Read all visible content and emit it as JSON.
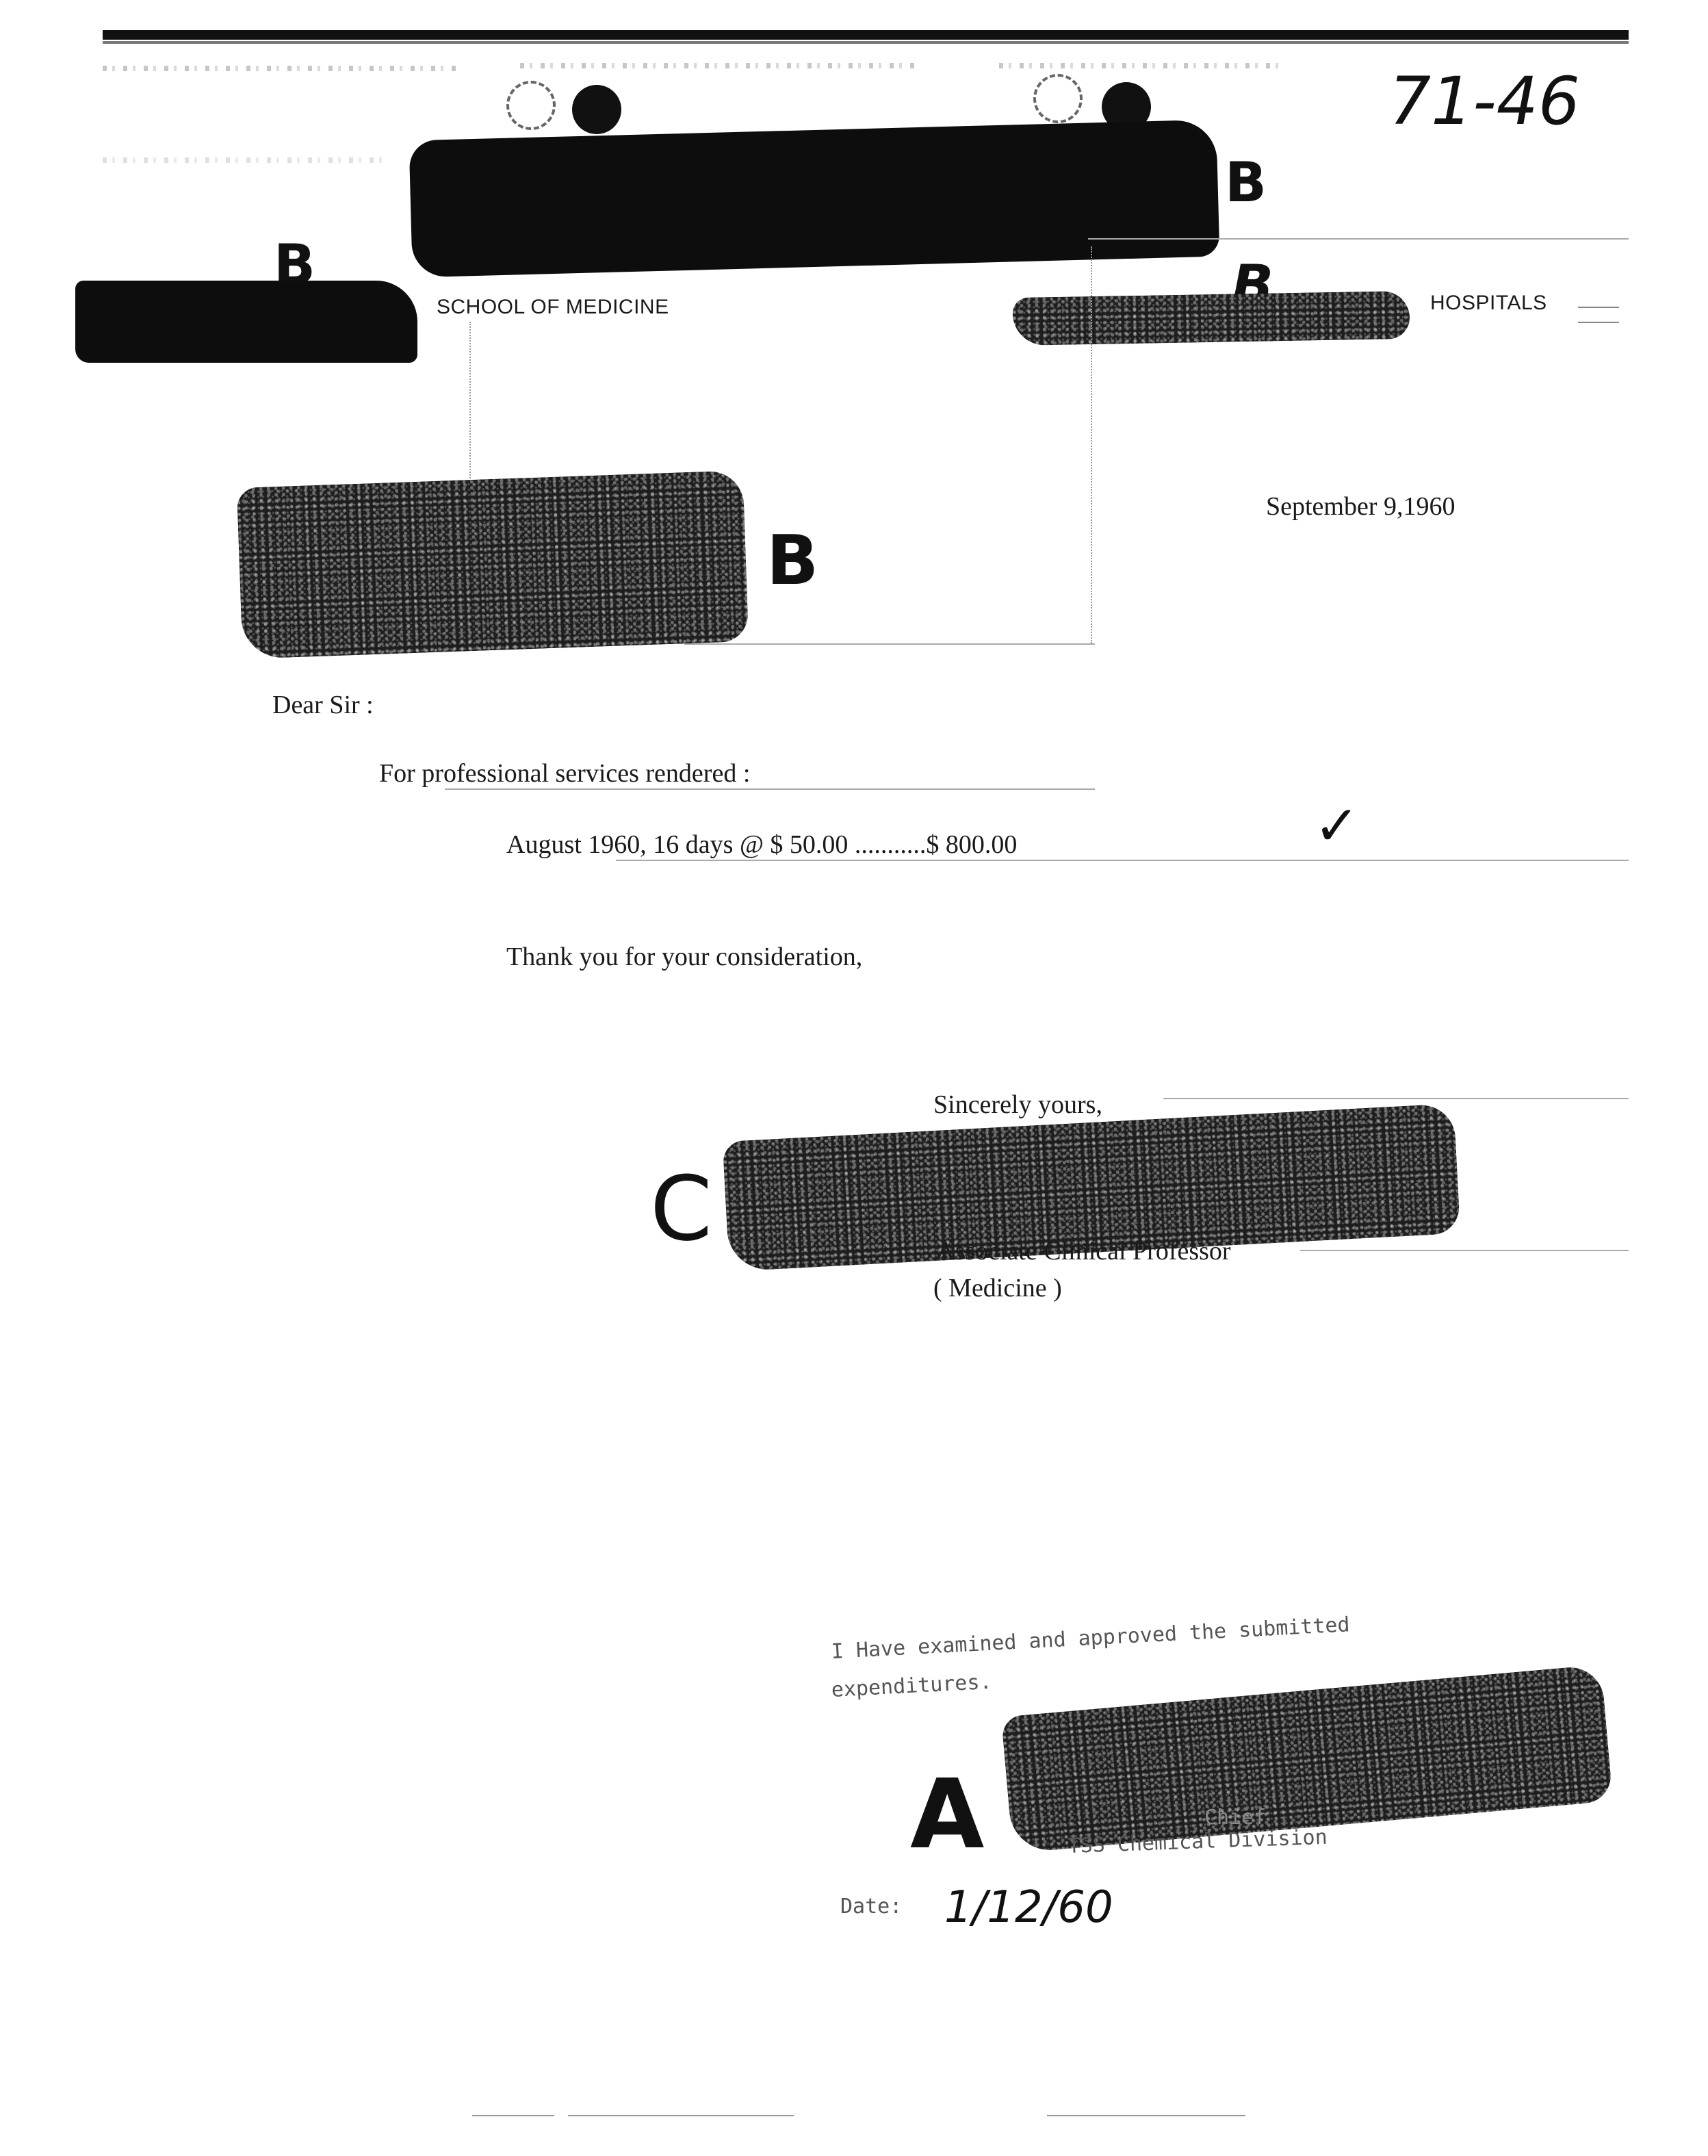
{
  "file_number": "71-46",
  "redaction_code_b": "B",
  "redaction_code_c": "C",
  "redaction_code_a": "A",
  "letterhead": {
    "school": "SCHOOL OF MEDICINE",
    "hospitals": "HOSPITALS"
  },
  "letter": {
    "date": "September 9,1960",
    "salutation": "Dear Sir :",
    "services_intro": "For professional services rendered :",
    "line_item": "August 1960, 16 days @  $ 50.00 ...........$ 800.00",
    "check_mark": "✓",
    "thanks": "Thank you for your consideration,",
    "closing": "Sincerely yours,",
    "signer_title": "Associate Clinical Professor",
    "signer_dept": "( Medicine )"
  },
  "approval": {
    "line1": "I Have examined and approved the submitted",
    "line2": "expenditures.",
    "title_partial": "Chief",
    "division": "TSS Chemical Division",
    "date_label": "Date:",
    "date_value": "1/12/60"
  }
}
